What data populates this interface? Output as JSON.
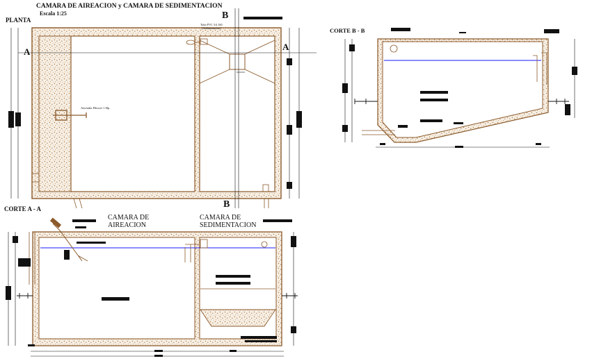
{
  "title": "CAMARA DE AIREACION  y  CAMARA DE SEDIMENTACION",
  "scale": "Escala 1:25",
  "plan_label": "PLANTA",
  "section_aa_label": "CORTE A - A",
  "section_bb_label": "CORTE B - B",
  "cut_letter_a": "A",
  "cut_letter_b": "B",
  "aeration_chamber_label": [
    "CAMARA DE",
    "AIREACION"
  ],
  "sedimentation_chamber_label": [
    "CAMARA DE",
    "SEDIMENTACION"
  ],
  "aerator_note": "Aereador Blower 1 Hp.",
  "pipe_note": [
    "Tubo PVC 3/4 160",
    "(Sedimentacion)"
  ],
  "colors": {
    "wall": "#8b5a2b",
    "fill_dots": "#b07a3c",
    "water_line": "#1a1aff",
    "annotation": "#111111"
  }
}
